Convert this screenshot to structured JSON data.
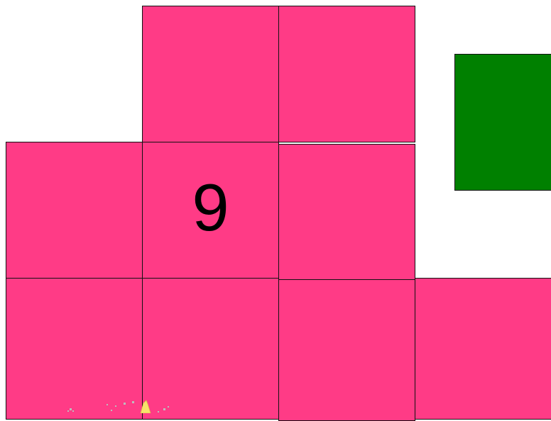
{
  "colors": {
    "tile": "#ff3b86",
    "target": "#008000",
    "sparkle": "#f7e36b",
    "dust": "#bdbdbd"
  },
  "tiles": [
    {
      "id": "r0c1",
      "label": ""
    },
    {
      "id": "r0c2",
      "label": ""
    },
    {
      "id": "r1c0",
      "label": ""
    },
    {
      "id": "r1c1",
      "label": "9"
    },
    {
      "id": "r1c2",
      "label": ""
    },
    {
      "id": "r2c0",
      "label": ""
    },
    {
      "id": "r2c1",
      "label": ""
    },
    {
      "id": "r2c2",
      "label": ""
    },
    {
      "id": "r2c3",
      "label": ""
    }
  ],
  "target_icon": "green-square"
}
